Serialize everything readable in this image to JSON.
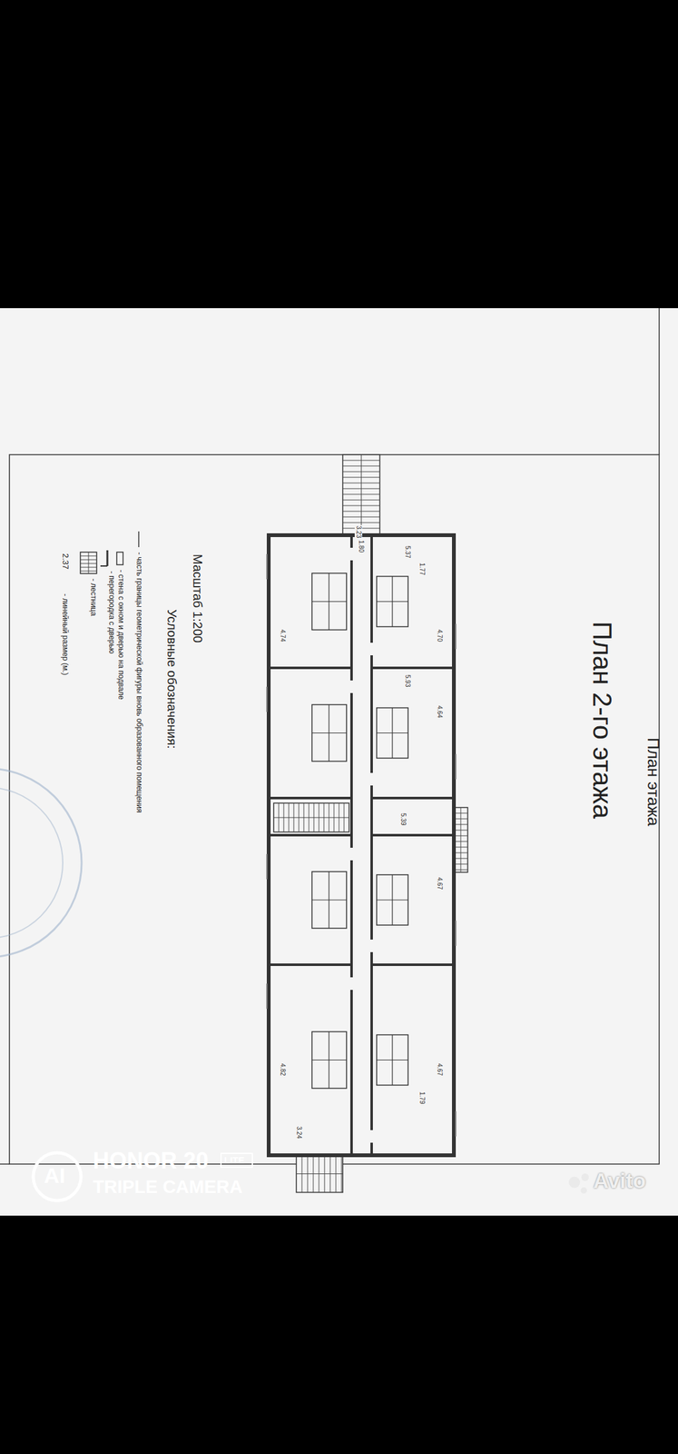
{
  "diagram": {
    "title": "План 2-го этажа",
    "labels": [
      "План этажа",
      "Масштаб 1:200",
      "Условные обозначения:",
      "2.37",
      "3.23",
      "1.80",
      "5.37",
      "1.77",
      "4.70",
      "4.74",
      "5.93",
      "4.64",
      "5.39",
      "4.67",
      "4.82",
      "4.67",
      "1.79",
      "3.24",
      "AI",
      "HONOR 20",
      "LITE",
      "TRIPLE CAMERA",
      "Avito"
    ],
    "legend": [
      {
        "text": "- часть границы геометрической фигуры вновь образованного помещения"
      },
      {
        "text": "- стена с окном и дверью на подвале"
      },
      {
        "text": "- перегородка с дверью"
      },
      {
        "text": "- лестница"
      },
      {
        "text": "- линейный размер (м.)"
      }
    ]
  }
}
